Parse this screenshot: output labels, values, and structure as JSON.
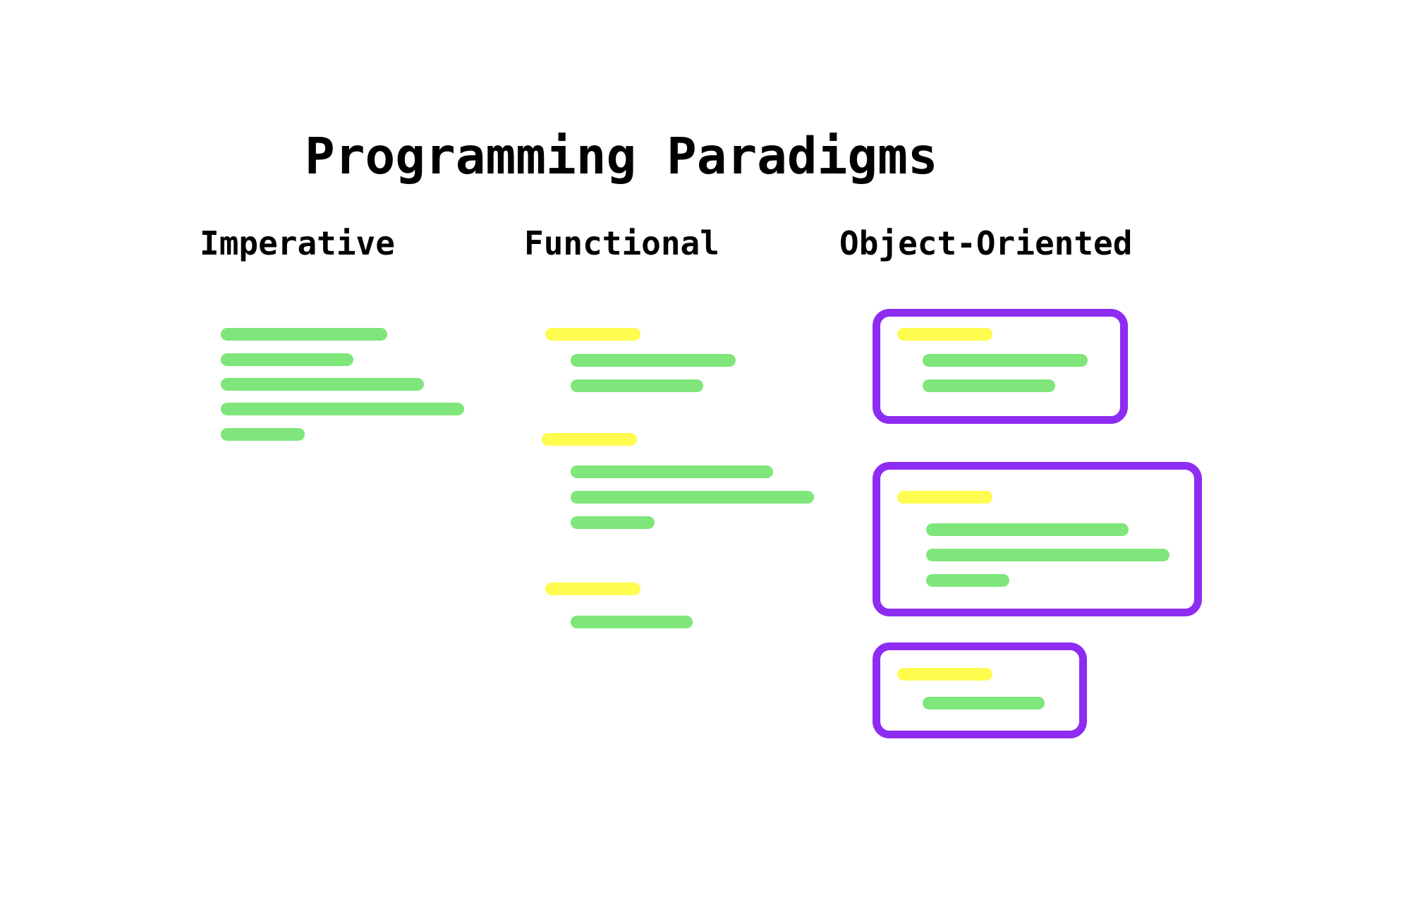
{
  "title": "Programming Paradigms",
  "columns": [
    {
      "heading": "Imperative"
    },
    {
      "heading": "Functional"
    },
    {
      "heading": "Object-Oriented"
    }
  ],
  "colors": {
    "statement": "#7ee67a",
    "header": "#fffb4f",
    "object_border": "#8e2cf2"
  }
}
